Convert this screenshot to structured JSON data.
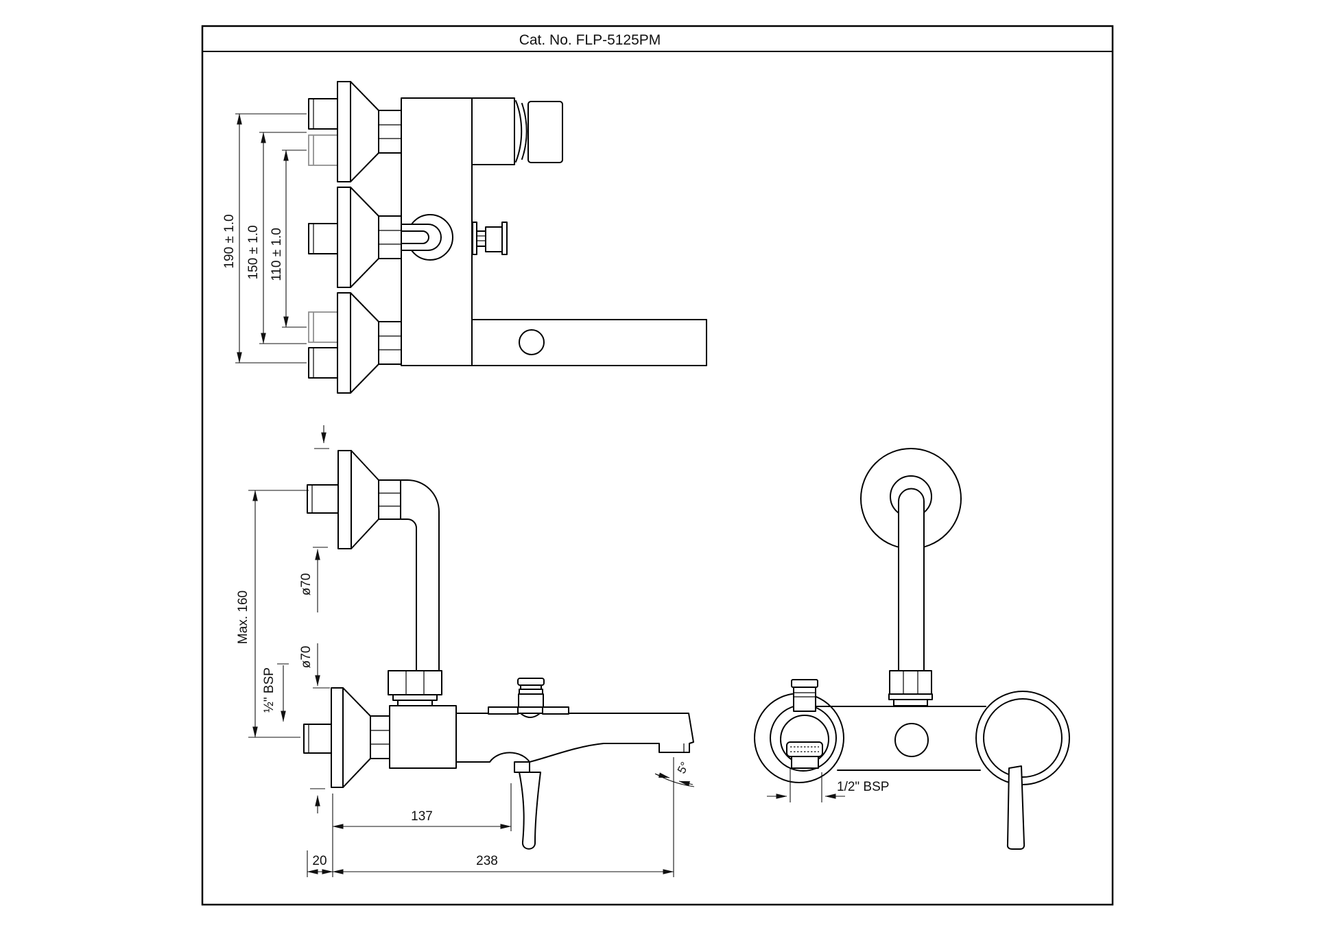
{
  "title": "Cat. No. FLP-5125PM",
  "colors": {
    "line": "#000000",
    "light_line": "#8f8f8f",
    "background": "#ffffff"
  },
  "plan_view": {
    "dim_outer": "190 ± 1.0",
    "dim_middle": "150 ± 1.0",
    "dim_inner": "110 ± 1.0"
  },
  "side_view": {
    "dim_height": "Max. 160",
    "dim_flange_upper": "ø70",
    "dim_flange_lower": "ø70",
    "dim_inlet_thread": "½\" BSP",
    "dim_handle_offset": "137",
    "dim_wall_clearance": "20",
    "dim_spout_reach": "238",
    "dim_spout_angle": "5°"
  },
  "front_view": {
    "dim_inlet_thread": "1/2\" BSP"
  }
}
